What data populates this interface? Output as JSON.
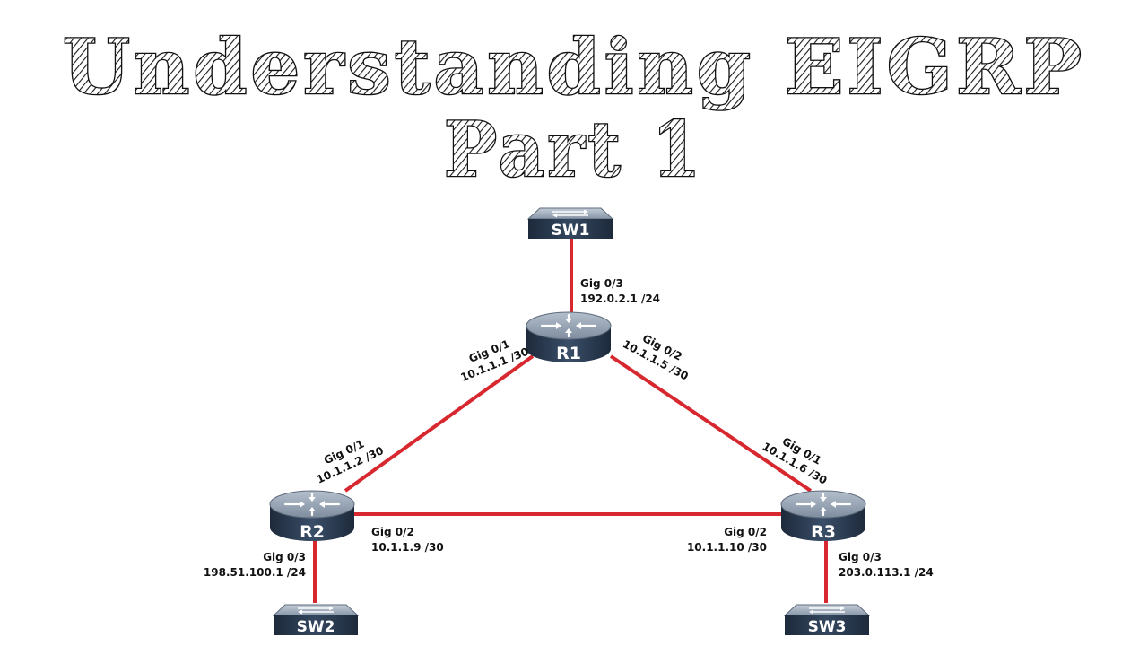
{
  "title": {
    "line1": "Understanding EIGRP",
    "line2": "Part 1"
  },
  "colors": {
    "link": "#d7282f",
    "device_body": "#2c3e55",
    "device_top": "#8a98aa"
  },
  "devices": {
    "sw1": {
      "label": "SW1",
      "type": "switch",
      "icon": "switch-icon"
    },
    "r1": {
      "label": "R1",
      "type": "router",
      "icon": "router-icon"
    },
    "r2": {
      "label": "R2",
      "type": "router",
      "icon": "router-icon"
    },
    "r3": {
      "label": "R3",
      "type": "router",
      "icon": "router-icon"
    },
    "sw2": {
      "label": "SW2",
      "type": "switch",
      "icon": "switch-icon"
    },
    "sw3": {
      "label": "SW3",
      "type": "switch",
      "icon": "switch-icon"
    }
  },
  "interfaces": {
    "r1_g03": {
      "name": "Gig 0/3",
      "ip": "192.0.2.1 /24"
    },
    "r1_g01": {
      "name": "Gig 0/1",
      "ip": "10.1.1.1 /30"
    },
    "r1_g02": {
      "name": "Gig 0/2",
      "ip": "10.1.1.5 /30"
    },
    "r2_g01": {
      "name": "Gig 0/1",
      "ip": "10.1.1.2 /30"
    },
    "r2_g02": {
      "name": "Gig 0/2",
      "ip": "10.1.1.9 /30"
    },
    "r2_g03": {
      "name": "Gig 0/3",
      "ip": "198.51.100.1 /24"
    },
    "r3_g01": {
      "name": "Gig 0/1",
      "ip": "10.1.1.6 /30"
    },
    "r3_g02": {
      "name": "Gig 0/2",
      "ip": "10.1.1.10 /30"
    },
    "r3_g03": {
      "name": "Gig 0/3",
      "ip": "203.0.113.1 /24"
    }
  }
}
